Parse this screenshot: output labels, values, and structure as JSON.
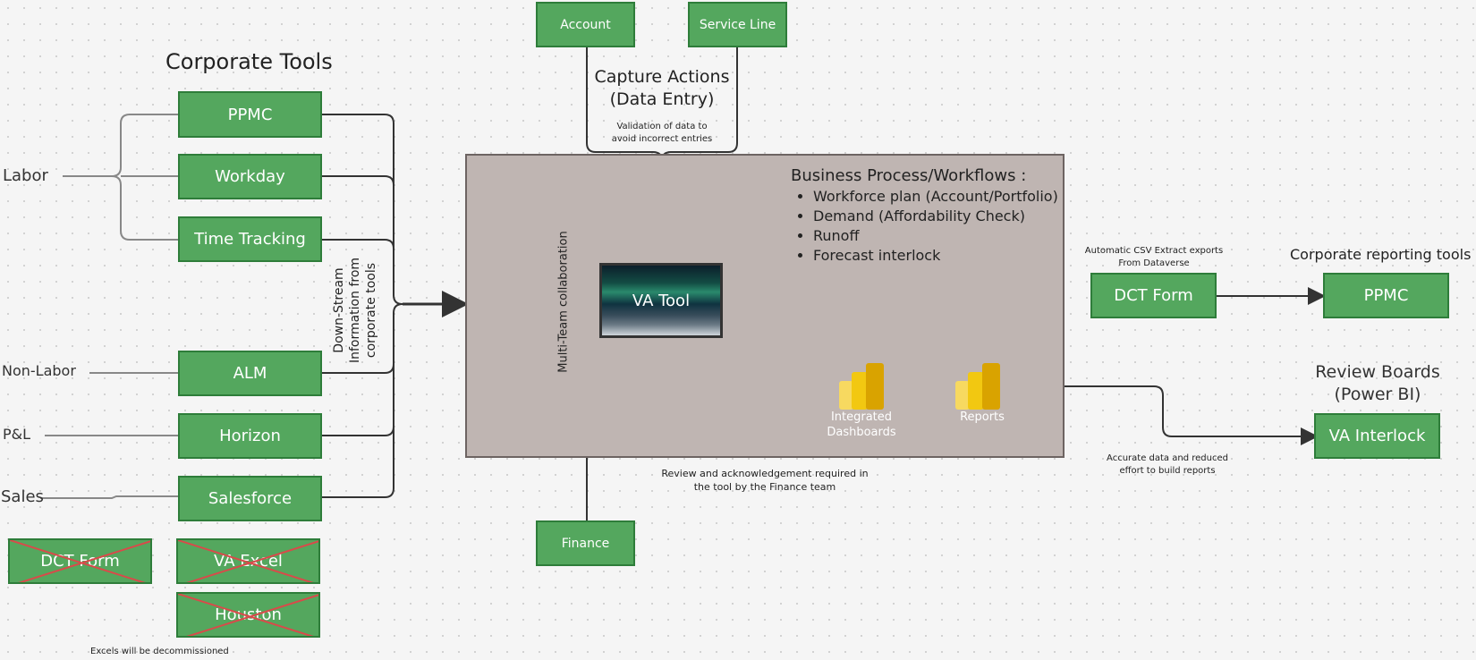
{
  "corporate_tools": {
    "title": "Corporate Tools",
    "items": [
      "PPMC",
      "Workday",
      "Time Tracking",
      "ALM",
      "Horizon",
      "Salesforce"
    ],
    "decommissioned": [
      "DCT Form",
      "VA Excel",
      "Houston"
    ],
    "decommission_note": "Excels will be decommissioned"
  },
  "categories": {
    "labor": "Labor",
    "non_labor": "Non-Labor",
    "pl": "P&L",
    "sales": "Sales"
  },
  "downstream_label": [
    "Down-Stream",
    "Information from",
    "corporate tools"
  ],
  "capture": {
    "account": "Account",
    "service_line": "Service Line",
    "title_line1": "Capture Actions",
    "title_line2": "(Data Entry)",
    "note_line1": "Validation of data to",
    "note_line2": "avoid incorrect entries"
  },
  "process": {
    "title": "Business Process/Workflows :",
    "bullets": [
      "Workforce plan (Account/Portfolio)",
      "Demand (Affordability Check)",
      "Runoff",
      "Forecast interlock"
    ],
    "multi_team": "Multi-Team collaboration",
    "va_tool": "VA Tool",
    "dashboards_line1": "Integrated",
    "dashboards_line2": "Dashboards",
    "reports": "Reports"
  },
  "finance": {
    "label": "Finance",
    "note_line1": "Review and acknowledgement required in",
    "note_line2": "the tool by the Finance team"
  },
  "reporting": {
    "csv_line1": "Automatic CSV Extract exports",
    "csv_line2": "From Dataverse",
    "dct_form": "DCT Form",
    "title": "Corporate reporting tools",
    "ppmc": "PPMC",
    "review_line1": "Review Boards",
    "review_line2": "(Power BI)",
    "va_interlock": "VA Interlock",
    "accurate_line1": "Accurate data and reduced",
    "accurate_line2": "effort to build reports"
  },
  "colors": {
    "box_green": "#54a75e",
    "process_bg": "#bfb5b2",
    "cross_red": "#d94a4a",
    "powerbi_gold": "#f2c811"
  }
}
